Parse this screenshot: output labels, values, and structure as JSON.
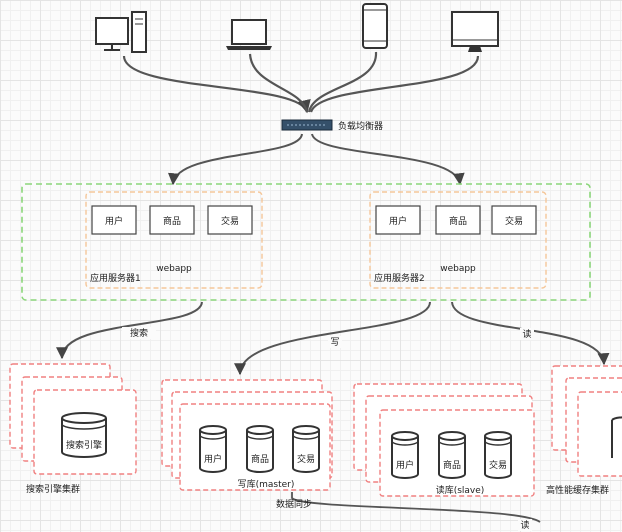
{
  "load_balancer": {
    "label": "负载均衡器"
  },
  "server1": {
    "caption": "应用服务器1",
    "webapp": "webapp",
    "modules": [
      "用户",
      "商品",
      "交易"
    ]
  },
  "server2": {
    "caption": "应用服务器2",
    "webapp": "webapp",
    "modules": [
      "用户",
      "商品",
      "交易"
    ]
  },
  "edges": {
    "search": "搜索",
    "write": "写",
    "read": "读",
    "sync": "数据同步",
    "read_bottom": "读"
  },
  "search_cluster": {
    "node": "搜索引擎",
    "caption": "搜索引擎集群"
  },
  "master_db": {
    "caption": "写库(master)",
    "tables": [
      "用户",
      "商品",
      "交易"
    ]
  },
  "slave_db": {
    "caption": "读库(slave)",
    "tables": [
      "用户",
      "商品",
      "交易"
    ]
  },
  "cache_cluster": {
    "caption": "高性能缓存集群"
  },
  "colors": {
    "edge": "#555555",
    "app_border": "#8bd67a",
    "server_border": "#f5c79a",
    "cluster_border": "#f08080"
  }
}
